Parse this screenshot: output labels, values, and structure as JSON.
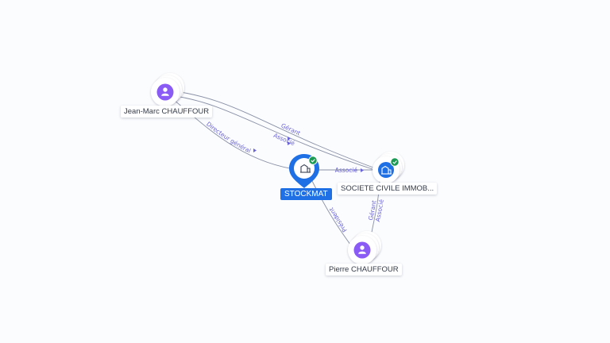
{
  "colors": {
    "person": "#8a5cf5",
    "company": "#1f6fe5",
    "verified": "#1b9a54",
    "edge": "#8a91a6",
    "edge_label": "#6b64d8"
  },
  "nodes": {
    "jean_marc": {
      "label": "Jean-Marc CHAUFFOUR",
      "kind": "person",
      "icon": "person-icon"
    },
    "stockmat": {
      "label": "STOCKMAT",
      "kind": "company",
      "icon": "building-icon",
      "verified": true
    },
    "societe": {
      "label": "SOCIETE CIVILE IMMOB...",
      "kind": "company",
      "icon": "building-icon",
      "verified": true
    },
    "pierre": {
      "label": "Pierre CHAUFFOUR",
      "kind": "person",
      "icon": "person-icon"
    }
  },
  "edges": {
    "jm_societe_1": "Gérant",
    "jm_societe_2": "Associé",
    "jm_stockmat": "Directeur général",
    "stockmat_societe": "Associé",
    "stockmat_pierre": "Président",
    "pierre_societe_1": "Gérant",
    "pierre_societe_2": "Associé"
  }
}
